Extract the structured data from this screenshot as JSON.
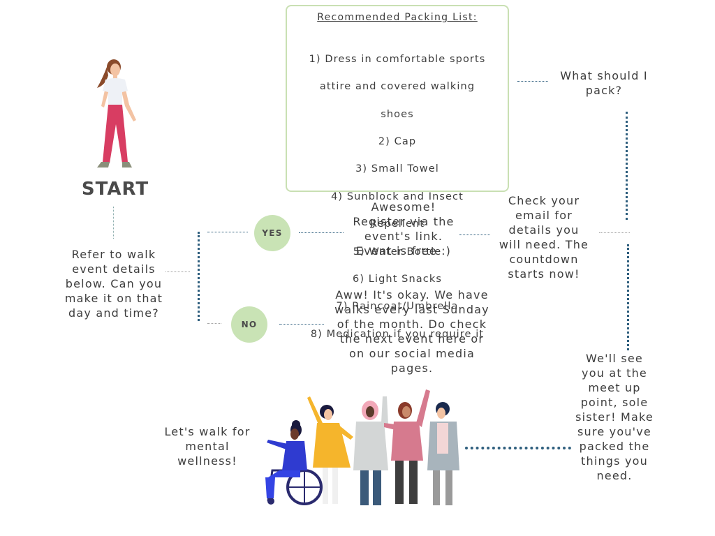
{
  "start_label": "START",
  "packing": {
    "title": "Recommended Packing List:",
    "items": [
      "1) Dress in comfortable sports",
      "attire and covered walking",
      "shoes",
      "2) Cap",
      "3) Small Towel",
      "4) Sunblock and Insect",
      "Repellent",
      "5) Water Bottle",
      "6) Light Snacks",
      "7) Raincoat/Umbrella",
      "8) Medication if you require it"
    ]
  },
  "question_pack": "What should I\npack?",
  "refer_text": "Refer to walk\nevent details\nbelow. Can you\nmake it on that\nday and time?",
  "yes_label": "YES",
  "no_label": "NO",
  "awesome_text": "Awesome!\nRegister via the\nevent's link.\nEvent is free :)",
  "check_email_text": "Check your\nemail for\ndetails you\nwill need. The\ncountdown\nstarts now!",
  "aww_text": "Aww! It's okay. We have\nwalks every last Sunday\nof the month. Do check\nthe next event here or\non our social media\npages.",
  "see_you_text": "We'll see\nyou at the\nmeet up\npoint, sole\nsister! Make\nsure you've\npacked the\nthings you\nneed.",
  "walk_text": "Let's walk for\nmental\nwellness!",
  "colors": {
    "accent_green": "#c9e3b5",
    "box_border": "#c9e0b3",
    "dots": "#2f5f7e"
  }
}
